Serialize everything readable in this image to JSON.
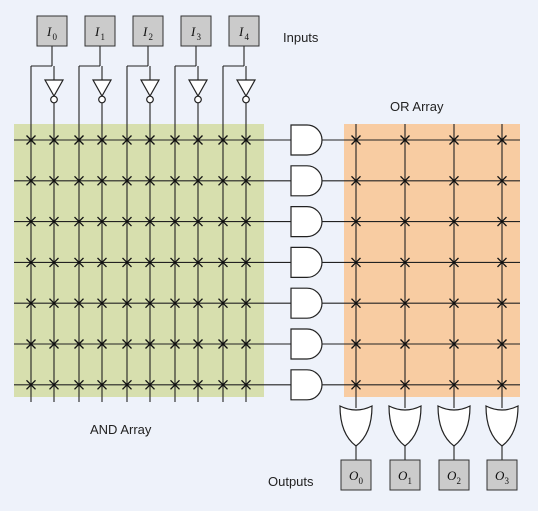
{
  "labels": {
    "inputs": "Inputs",
    "or_array": "OR Array",
    "and_array": "AND Array",
    "outputs": "Outputs"
  },
  "inputs": [
    {
      "letter": "I",
      "sub": "0"
    },
    {
      "letter": "I",
      "sub": "1"
    },
    {
      "letter": "I",
      "sub": "2"
    },
    {
      "letter": "I",
      "sub": "3"
    },
    {
      "letter": "I",
      "sub": "4"
    }
  ],
  "outputs": [
    {
      "letter": "O",
      "sub": "0"
    },
    {
      "letter": "O",
      "sub": "1"
    },
    {
      "letter": "O",
      "sub": "2"
    },
    {
      "letter": "O",
      "sub": "3"
    }
  ],
  "and_gate_count": 7,
  "colors": {
    "background": "#eef2fa",
    "and_array": "#d7dfae",
    "or_array": "#f8cca2",
    "box": "#cbcbcb"
  }
}
